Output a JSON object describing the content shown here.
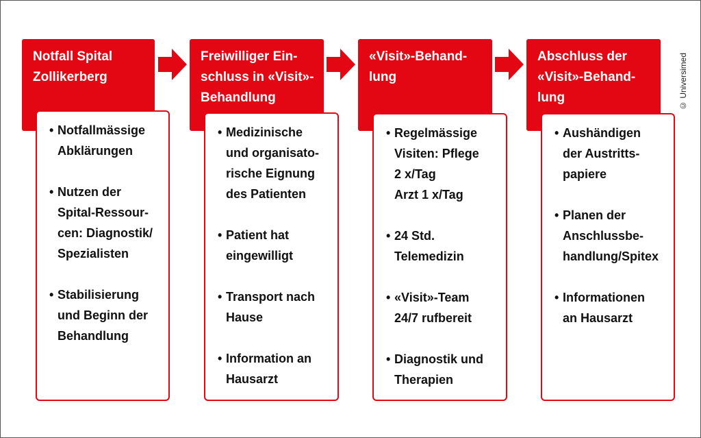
{
  "copyright": "© Universimed",
  "colors": {
    "accent": "#e30613",
    "card_border": "#e30613",
    "text": "#111111"
  },
  "steps": [
    {
      "title_lines": [
        "Notfall Spital",
        "Zollikerberg"
      ],
      "bullets": [
        [
          "Notfallmässige",
          "Abklärungen"
        ],
        [
          "Nutzen der",
          "Spital-Ressour-",
          "cen: Diagnostik/",
          "Spezialisten"
        ],
        [
          "Stabilisierung",
          "und Beginn der",
          "Behandlung"
        ]
      ]
    },
    {
      "title_lines": [
        "Freiwilliger Ein-",
        "schluss in «Visit»-",
        "Behandlung"
      ],
      "bullets": [
        [
          "Medizinische",
          "und organisato-",
          "rische Eignung",
          "des Patienten"
        ],
        [
          "Patient hat",
          "eingewilligt"
        ],
        [
          "Transport nach",
          "Hause"
        ],
        [
          "Information an",
          "Hausarzt"
        ]
      ]
    },
    {
      "title_lines": [
        "«Visit»-Behand-",
        "lung"
      ],
      "bullets": [
        [
          "Regelmässige",
          "Visiten: Pflege",
          "2 x/Tag",
          "Arzt 1 x/Tag"
        ],
        [
          "24 Std.",
          "Telemedizin"
        ],
        [
          "«Visit»-Team",
          "24/7 rufbereit"
        ],
        [
          "Diagnostik und",
          "Therapien"
        ]
      ]
    },
    {
      "title_lines": [
        "Abschluss der",
        "«Visit»-Behand-",
        "lung"
      ],
      "bullets": [
        [
          "Aushändigen",
          "der Austritts-",
          "papiere"
        ],
        [
          "Planen der",
          "Anschlussbe-",
          "handlung/Spitex"
        ],
        [
          "Informationen",
          "an Hausarzt"
        ]
      ]
    }
  ]
}
